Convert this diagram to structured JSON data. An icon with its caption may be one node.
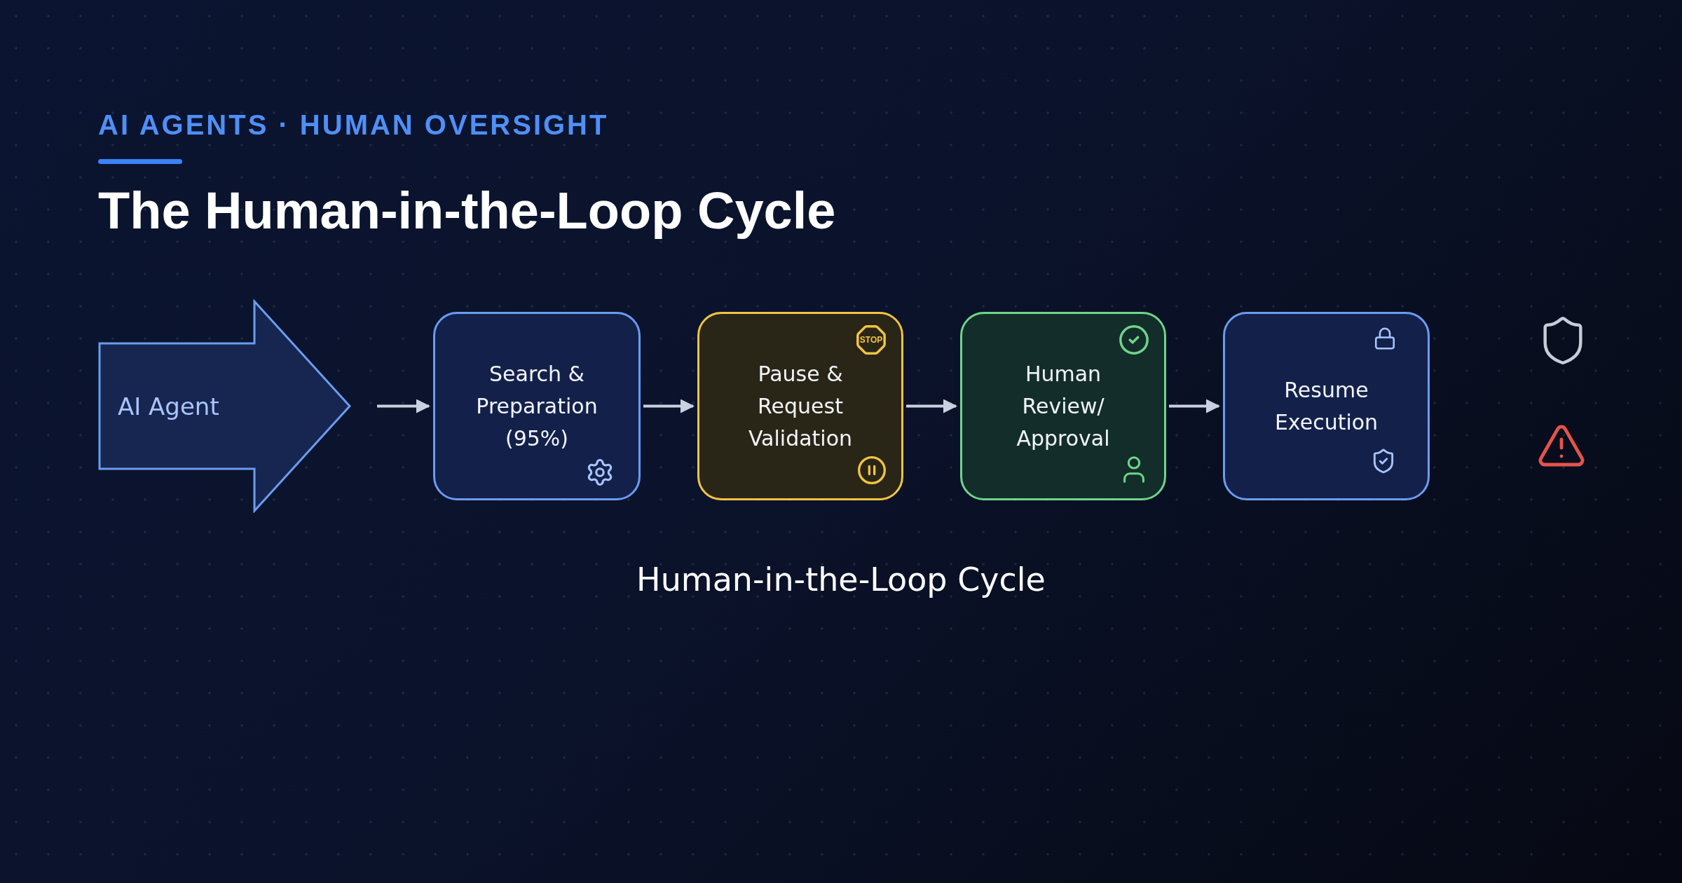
{
  "diagram": {
    "title": "The Human-in-the-Loop Cycle",
    "caption": "Human-in-the-Loop Cycle",
    "nodes": [
      {
        "text": [
          "AI Agent"
        ]
      },
      {
        "text": [
          "Search & Preparation (95%)"
        ]
      },
      {
        "text": [
          "Pause & Request Validation"
        ]
      },
      {
        "text": [
          "Human Review/ Approval"
        ]
      },
      {
        "text": [
          "Resume Execution"
        ]
      }
    ],
    "edges": [
      {
        "from": 0,
        "to": 1,
        "arrow": "to"
      },
      {
        "from": 1,
        "to": 2,
        "arrow": "to"
      },
      {
        "from": 2,
        "to": 3,
        "arrow": "to"
      },
      {
        "from": 3,
        "to": 4,
        "arrow": "to"
      }
    ],
    "labels": [
      "AI AGENTS · HUMAN OVERSIGHT",
      "STOP"
    ]
  }
}
